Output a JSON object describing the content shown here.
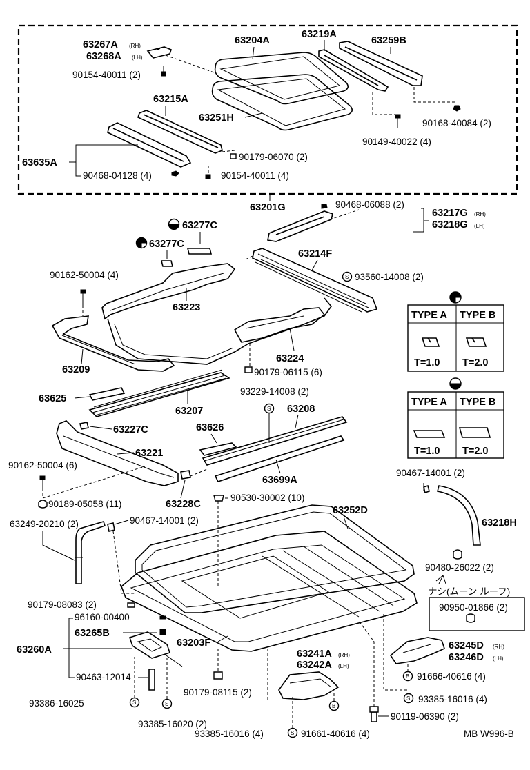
{
  "diagram_code": "MB W996-B",
  "group_frame_label": "63201G",
  "parts": {
    "p63267A": "63267A",
    "p63267A_suffix": "(RH)",
    "p63268A": "63268A",
    "p63268A_suffix": "(LH)",
    "p90154_40011_a": "90154-40011 (2)",
    "p63204A": "63204A",
    "p63219A": "63219A",
    "p63259B": "63259B",
    "p63215A": "63215A",
    "p63251H": "63251H",
    "p63635A": "63635A",
    "p90179_06070": "90179-06070 (2)",
    "p90468_04128": "90468-04128 (4)",
    "p90154_40011_b": "90154-40011 (4)",
    "p90168_40084": "90168-40084 (2)",
    "p90149_40022": "90149-40022 (4)",
    "p90468_06088": "90468-06088 (2)",
    "p63217G": "63217G",
    "p63217G_suffix": "(RH)",
    "p63218G": "63218G",
    "p63218G_suffix": "(LH)",
    "p63277C_a": "63277C",
    "p63277C_b": "63277C",
    "p63214F": "63214F",
    "p90162_50004_a": "90162-50004 (4)",
    "p93560_14008": "93560-14008 (2)",
    "p63223": "63223",
    "p63224": "63224",
    "p63209": "63209",
    "p90179_06115_a": "90179-06115 (6)",
    "p63625": "63625",
    "p63207": "63207",
    "p93229_14008": "93229-14008 (2)",
    "p63208": "63208",
    "p63227C": "63227C",
    "p63626": "63626",
    "p63221": "63221",
    "p90162_50004_b": "90162-50004 (6)",
    "p63699A": "63699A",
    "p90189_05058": "90189-05058 (11)",
    "p63228C": "63228C",
    "p90530_30002": "90530-30002 (10)",
    "p63252D": "63252D",
    "p90467_14001_a": "90467-14001 (2)",
    "p90467_14001_b": "90467-14001 (2)",
    "p63249_20210": "63249-20210 (2)",
    "p63218H": "63218H",
    "p90480_26022": "90480-26022 (2)",
    "p90179_08083": "90179-08083 (2)",
    "p96160_00400": "96160-00400",
    "p63265B": "63265B",
    "p63203F": "63203F",
    "p63260A": "63260A",
    "p90463_12014": "90463-12014",
    "p63241A": "63241A",
    "p63241A_suffix": "(RH)",
    "p63242A": "63242A",
    "p63242A_suffix": "(LH)",
    "p63245D": "63245D",
    "p63245D_suffix": "(RH)",
    "p63246D": "63246D",
    "p63246D_suffix": "(LH)",
    "p91666_40616": "91666-40616 (4)",
    "p93386_16025": "93386-16025",
    "p93385_16020": "93385-16020 (2)",
    "p90179_08115_b": "90179-08115 (2)",
    "p93385_16016_a": "93385-16016 (4)",
    "p93385_16016_b": "93385-16016 (4)",
    "p91661_40616": "91661-40616 (4)",
    "p90119_06390": "90119-06390 (2)",
    "p90950_01866": "90950-01866 (2)"
  },
  "note_moon_roof": "ナシ(ムーン ルーフ)",
  "type_table_full": {
    "type_a": "TYPE A",
    "type_b": "TYPE B",
    "t_a": "T=1.0",
    "t_b": "T=2.0"
  },
  "type_table_half": {
    "type_a": "TYPE A",
    "type_b": "TYPE B",
    "t_a": "T=1.0",
    "t_b": "T=2.0"
  },
  "marks": {
    "s": "S",
    "b": "B"
  }
}
